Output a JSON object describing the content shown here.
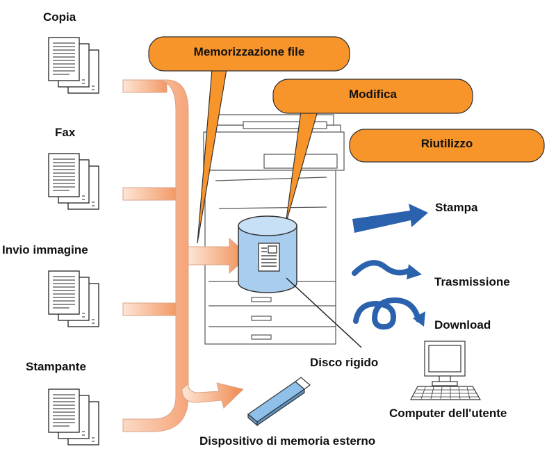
{
  "sources": {
    "copy": "Copia",
    "fax": "Fax",
    "image_send": "Invio immagine",
    "printer": "Stampante"
  },
  "callouts": {
    "file_storage": "Memorizzazione file",
    "edit": "Modifica",
    "reuse": "Riutilizzo"
  },
  "outputs": {
    "print": "Stampa",
    "transmission": "Trasmissione",
    "download": "Download"
  },
  "labels": {
    "hard_disk": "Disco rigido",
    "user_computer": "Computer dell'utente",
    "external_memory": "Dispositivo di memoria esterno"
  },
  "colors": {
    "callout_fill": "#f7942a",
    "arrow_gradient_light": "#fde6d6",
    "arrow_gradient_dark": "#f39966",
    "disk_fill": "#a9cdee",
    "blue_arrow": "#2a62ad",
    "usb_fill": "#8fc0ea"
  }
}
